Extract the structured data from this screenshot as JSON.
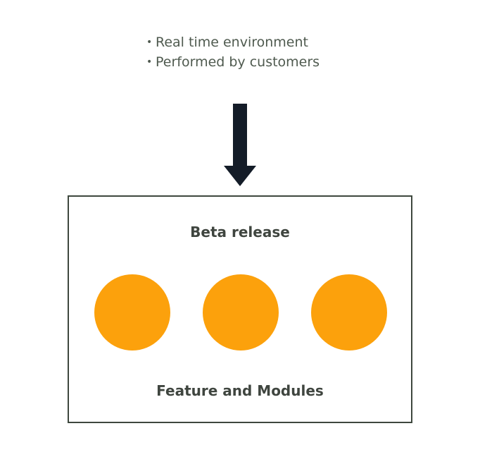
{
  "notes": {
    "items": [
      "Real time environment",
      "Performed by customers"
    ]
  },
  "panel": {
    "title": "Beta release",
    "caption": "Feature and Modules",
    "circle_color": "#fca10c",
    "circle_count": 3
  },
  "arrow": {
    "direction": "down",
    "color": "#141c28"
  }
}
